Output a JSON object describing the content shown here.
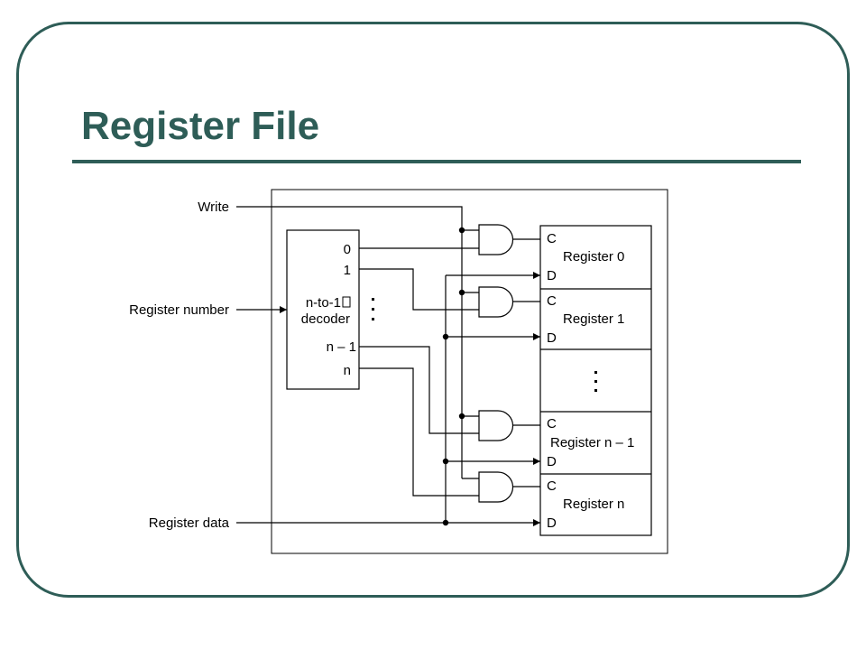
{
  "title": "Register File",
  "colors": {
    "accent": "#2e5d57",
    "line": "#000000"
  },
  "inputs": {
    "write": "Write",
    "register_number": "Register number",
    "register_data": "Register data"
  },
  "decoder": {
    "name_line1": "n-to-1",
    "name_line2": "decoder",
    "outputs": [
      "0",
      "1",
      "n – 1",
      "n"
    ]
  },
  "registers": [
    {
      "clock": "C",
      "name": "Register 0",
      "data": "D"
    },
    {
      "clock": "C",
      "name": "Register 1",
      "data": "D"
    },
    {
      "clock": "C",
      "name": "Register n – 1",
      "data": "D"
    },
    {
      "clock": "C",
      "name": "Register n",
      "data": "D"
    }
  ]
}
